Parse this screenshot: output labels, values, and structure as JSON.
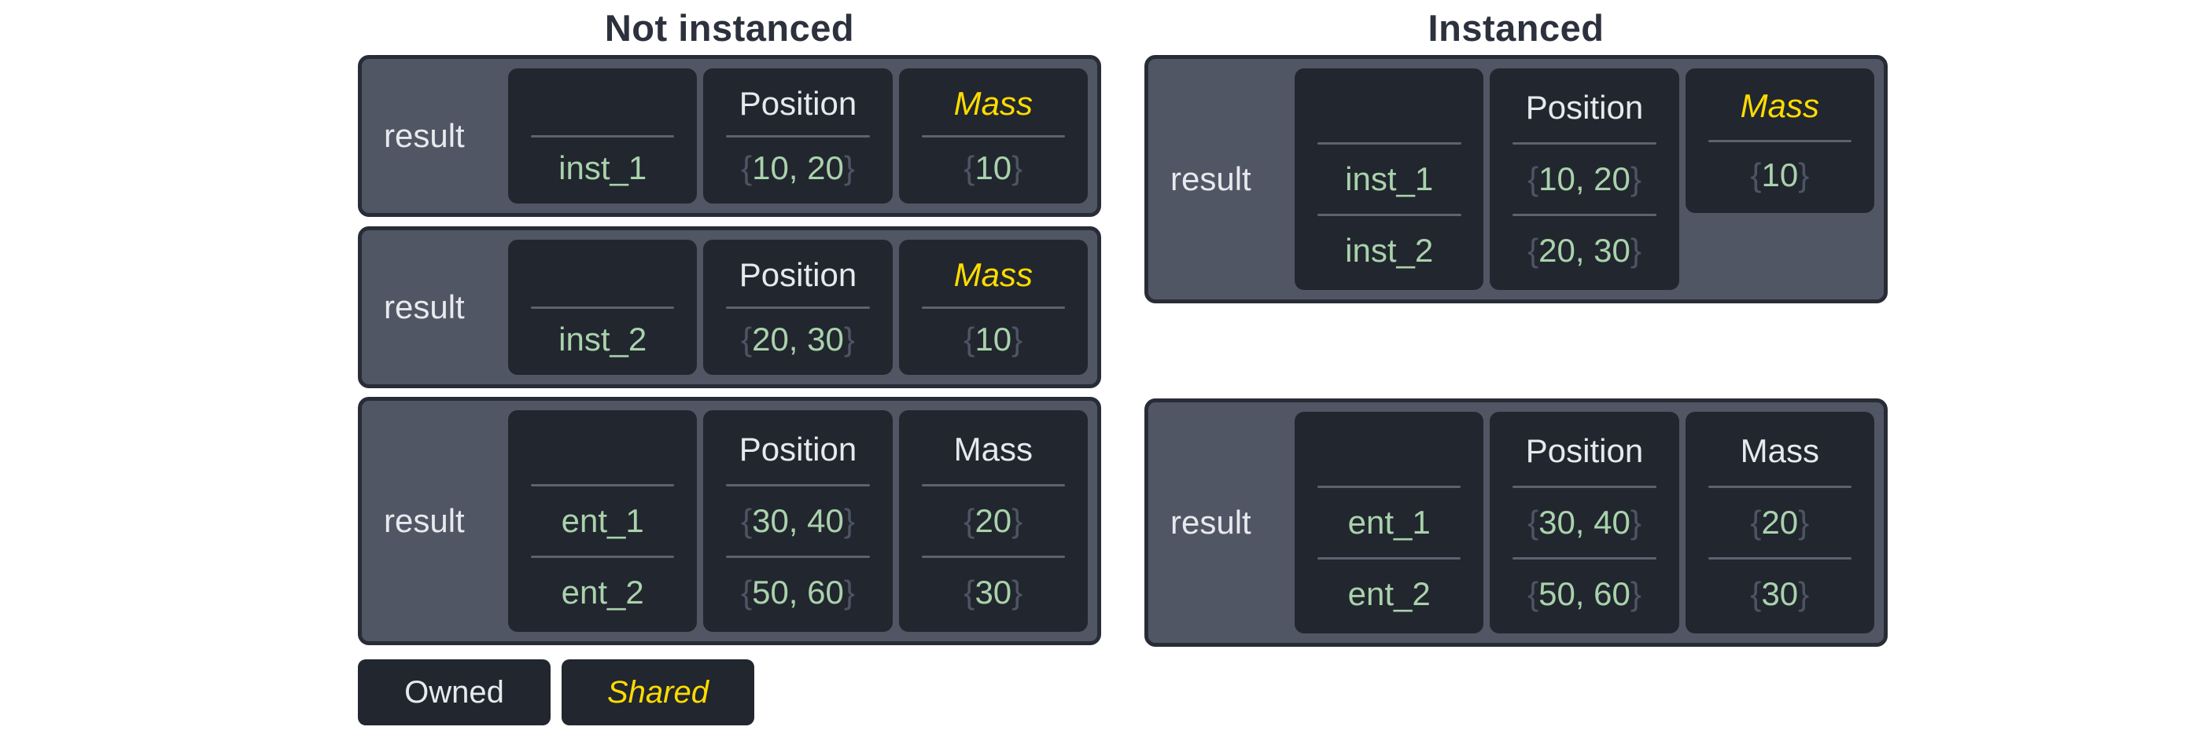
{
  "colors": {
    "background": "#ffffff",
    "title_text": "#2c313d",
    "table_fill": "#515665",
    "table_border": "#282c36",
    "cell_background": "#22262e",
    "light_text": "#e7e9ed",
    "green_text": "#a9d2ac",
    "yellow_text": "#ffdc00",
    "brace_text": "#4d5464",
    "divider": "#5c6370"
  },
  "legend": {
    "owned": "Owned",
    "shared": "Shared"
  },
  "groups": [
    {
      "title": "Not instanced",
      "tables": [
        {
          "result_label": "result",
          "columns": [
            {
              "header": "",
              "header_style": "plain",
              "short": false,
              "values": [
                {
                  "text": "inst_1",
                  "braced": false
                }
              ]
            },
            {
              "header": "Position",
              "header_style": "plain",
              "short": false,
              "values": [
                {
                  "text": "10, 20",
                  "braced": true
                }
              ]
            },
            {
              "header": "Mass",
              "header_style": "shared",
              "short": false,
              "values": [
                {
                  "text": "10",
                  "braced": true
                }
              ]
            }
          ]
        },
        {
          "result_label": "result",
          "columns": [
            {
              "header": "",
              "header_style": "plain",
              "short": false,
              "values": [
                {
                  "text": "inst_2",
                  "braced": false
                }
              ]
            },
            {
              "header": "Position",
              "header_style": "plain",
              "short": false,
              "values": [
                {
                  "text": "20, 30",
                  "braced": true
                }
              ]
            },
            {
              "header": "Mass",
              "header_style": "shared",
              "short": false,
              "values": [
                {
                  "text": "10",
                  "braced": true
                }
              ]
            }
          ]
        },
        {
          "result_label": "result",
          "columns": [
            {
              "header": "",
              "header_style": "plain",
              "short": false,
              "values": [
                {
                  "text": "ent_1",
                  "braced": false
                },
                {
                  "text": "ent_2",
                  "braced": false
                }
              ]
            },
            {
              "header": "Position",
              "header_style": "plain",
              "short": false,
              "values": [
                {
                  "text": "30, 40",
                  "braced": true
                },
                {
                  "text": "50, 60",
                  "braced": true
                }
              ]
            },
            {
              "header": "Mass",
              "header_style": "plain",
              "short": false,
              "values": [
                {
                  "text": "20",
                  "braced": true
                },
                {
                  "text": "30",
                  "braced": true
                }
              ]
            }
          ]
        }
      ]
    },
    {
      "title": "Instanced",
      "tables": [
        {
          "result_label": "result",
          "columns": [
            {
              "header": "",
              "header_style": "plain",
              "short": false,
              "values": [
                {
                  "text": "inst_1",
                  "braced": false
                },
                {
                  "text": "inst_2",
                  "braced": false
                }
              ]
            },
            {
              "header": "Position",
              "header_style": "plain",
              "short": false,
              "values": [
                {
                  "text": "10, 20",
                  "braced": true
                },
                {
                  "text": "20, 30",
                  "braced": true
                }
              ]
            },
            {
              "header": "Mass",
              "header_style": "shared",
              "short": true,
              "values": [
                {
                  "text": "10",
                  "braced": true
                }
              ]
            }
          ]
        },
        {
          "result_label": "result",
          "columns": [
            {
              "header": "",
              "header_style": "plain",
              "short": false,
              "values": [
                {
                  "text": "ent_1",
                  "braced": false
                },
                {
                  "text": "ent_2",
                  "braced": false
                }
              ]
            },
            {
              "header": "Position",
              "header_style": "plain",
              "short": false,
              "values": [
                {
                  "text": "30, 40",
                  "braced": true
                },
                {
                  "text": "50, 60",
                  "braced": true
                }
              ]
            },
            {
              "header": "Mass",
              "header_style": "plain",
              "short": false,
              "values": [
                {
                  "text": "20",
                  "braced": true
                },
                {
                  "text": "30",
                  "braced": true
                }
              ]
            }
          ]
        }
      ]
    }
  ]
}
